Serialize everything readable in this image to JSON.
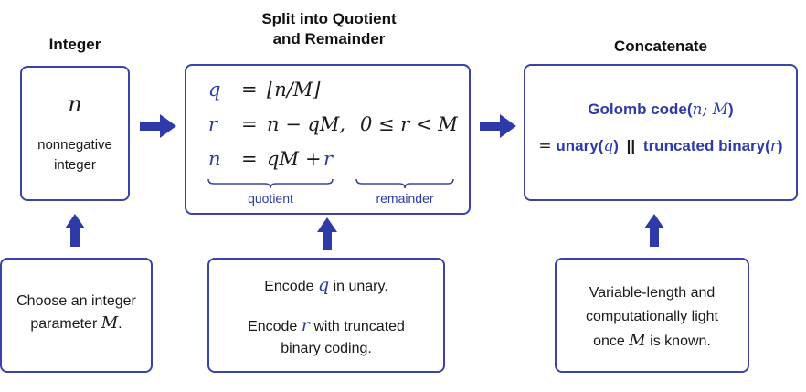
{
  "headings": {
    "integer": "Integer",
    "split_line1": "Split into Quotient",
    "split_line2": "and Remainder",
    "concatenate": "Concatenate"
  },
  "integer_box": {
    "symbol": "n",
    "desc_line1": "nonnegative",
    "desc_line2": "integer"
  },
  "split_box": {
    "eq1": {
      "lhs": "q",
      "op": "=",
      "rhs": "⌊n/M⌋"
    },
    "eq2": {
      "lhs": "r",
      "op": "=",
      "rhs": "n − qM,",
      "cond": "0 ≤ r < M"
    },
    "eq3": {
      "lhs": "n",
      "op": "=",
      "rhs_q": "qM",
      "plus": "+",
      "rhs_r": "r"
    },
    "label_quotient": "quotient",
    "label_remainder": "remainder"
  },
  "concat_box": {
    "line1_prefix": "Golomb code(",
    "line1_args": "n; M",
    "line1_suffix": ")",
    "line2_eq": "=",
    "line2_unary": "unary(",
    "line2_q": "q",
    "line2_unary_close": ")",
    "line2_sep": "||",
    "line2_tb": "truncated binary(",
    "line2_r": "r",
    "line2_tb_close": ")"
  },
  "notes": {
    "left_line1": "Choose an integer",
    "left_line2_prefix": "parameter",
    "left_line2_var": "M",
    "left_line2_suffix": ".",
    "mid_l1_prefix": "Encode",
    "mid_l1_var": "q",
    "mid_l1_suffix": "in unary.",
    "mid_l2_prefix": "Encode",
    "mid_l2_var": "r",
    "mid_l2_suffix": "with truncated",
    "mid_l3": "binary coding.",
    "right_line1": "Variable-length and",
    "right_line2": "computationally light",
    "right_l3_prefix": "once",
    "right_l3_var": "M",
    "right_l3_suffix": "is known."
  },
  "colors": {
    "accent": "#3a43a8",
    "arrow": "#2e3aa8",
    "text": "#1a1a1a"
  }
}
